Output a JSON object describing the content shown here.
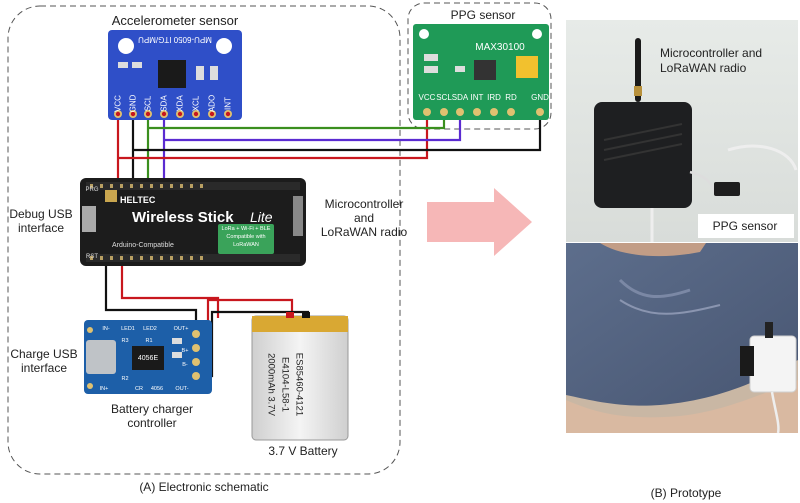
{
  "schematic": {
    "caption": "(A) Electronic schematic",
    "accelerometer": {
      "title": "Accelerometer sensor",
      "board_text": "MPU-6050 ITG/MPU",
      "pins": [
        "VCC",
        "GND",
        "SCL",
        "SDA",
        "XDA",
        "XCL",
        "ADO",
        "INT"
      ],
      "color": "#2f4fc8"
    },
    "ppg": {
      "title": "PPG sensor",
      "chip": "MAX30100",
      "pins": [
        "VCC",
        "SCL",
        "SDA",
        "INT",
        "IRD",
        "RD",
        "GND"
      ],
      "color": "#1f9a57"
    },
    "mcu": {
      "brand": "HELTEC",
      "name": "Wireless Stick",
      "name_suffix": "Lite",
      "sub": "Arduino-Compatible",
      "badge_line1": "LoRa + Wi-Fi + BLE",
      "badge_line2": "Compatible with",
      "badge_line3": "LoRaWAN",
      "label_line1": "Microcontroller",
      "label_line2": "and",
      "label_line3": "LoRaWAN radio",
      "pin_prg": "PRG",
      "pin_rst": "RST"
    },
    "debug_usb": {
      "line1": "Debug USB",
      "line2": "interface"
    },
    "charge_usb": {
      "line1": "Charge USB",
      "line2": "interface"
    },
    "charger": {
      "line1": "Battery charger",
      "line2": "controller",
      "chip": "4056E",
      "silk": [
        "IN-",
        "LED1",
        "LED2",
        "OUT+",
        "B+",
        "B-",
        "R3",
        "R1",
        "R2",
        "IN+",
        "CR",
        "4056",
        "OUT-"
      ]
    },
    "battery": {
      "label": "3.7 V Battery",
      "line1": "ES85460-4121",
      "line2": "E4104-L58-1",
      "line3": "2000mAh 3.7V"
    },
    "wire_colors": {
      "red": "#c8171e",
      "black": "#111111",
      "green": "#3a8f1e",
      "purple": "#5b2bd1"
    }
  },
  "prototype": {
    "caption": "(B) Prototype",
    "mcu_label_line1": "Microcontroller and",
    "mcu_label_line2": "LoRaWAN radio",
    "ppg_label": "PPG sensor"
  }
}
